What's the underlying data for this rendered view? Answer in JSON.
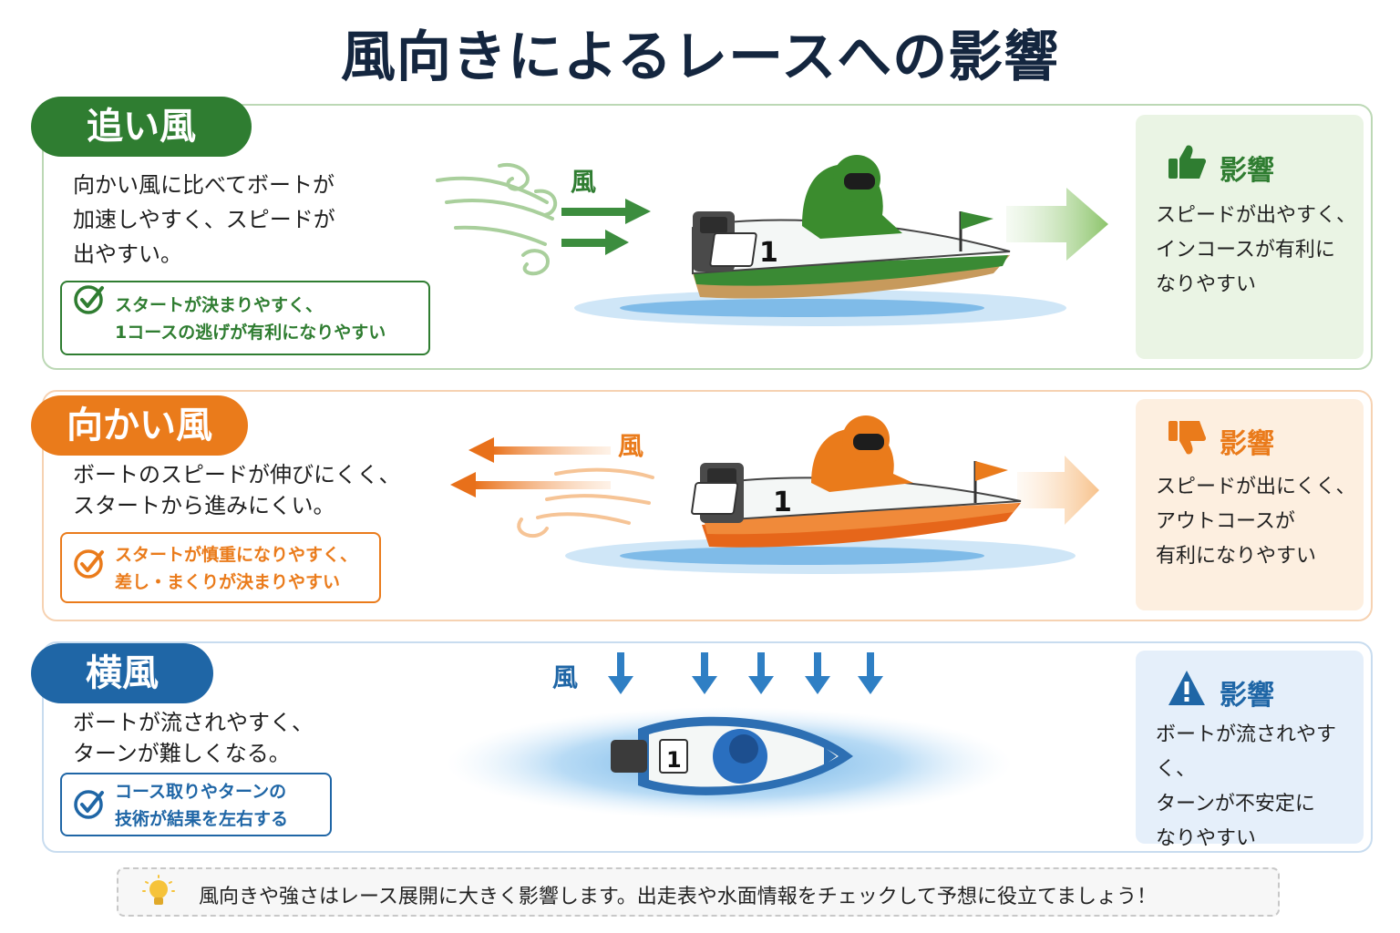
{
  "title": "風向きによるレースへの影響",
  "colors": {
    "tail": "#2f7d31",
    "head": "#ea7b1b",
    "cross": "#1f66a6",
    "title": "#14263f"
  },
  "sections": {
    "tail": {
      "label": "追い風",
      "description": "向かい風に比べてボートが\n加速しやすく、スピードが\n出やすい。",
      "check_text": "スタートが決まりやすく、\n1コースの逃げが有利になりやすい",
      "wind_label": "風",
      "boat_number": "1",
      "effect_icon": "thumbs-up-icon",
      "effect_title": "影響",
      "effect_text": "スピードが出やすく、\nインコースが有利に\nなりやすい"
    },
    "head": {
      "label": "向かい風",
      "description": "ボートのスピードが伸びにくく、\nスタートから進みにくい。",
      "check_text": "スタートが慎重になりやすく、\n差し・まくりが決まりやすい",
      "wind_label": "風",
      "boat_number": "1",
      "effect_icon": "thumbs-down-icon",
      "effect_title": "影響",
      "effect_text": "スピードが出にくく、\nアウトコースが\n有利になりやすい"
    },
    "cross": {
      "label": "横風",
      "description": "ボートが流されやすく、\nターンが難しくなる。",
      "check_text": "コース取りやターンの\n技術が結果を左右する",
      "wind_label": "風",
      "boat_number": "1",
      "effect_icon": "warning-icon",
      "effect_title": "影響",
      "effect_text": "ボートが流されやすく、\nターンが不安定に\nなりやすい"
    }
  },
  "tip": {
    "icon": "lightbulb-icon",
    "text": "風向きや強さはレース展開に大きく影響します。出走表や水面情報をチェックして予想に役立てましょう！"
  }
}
